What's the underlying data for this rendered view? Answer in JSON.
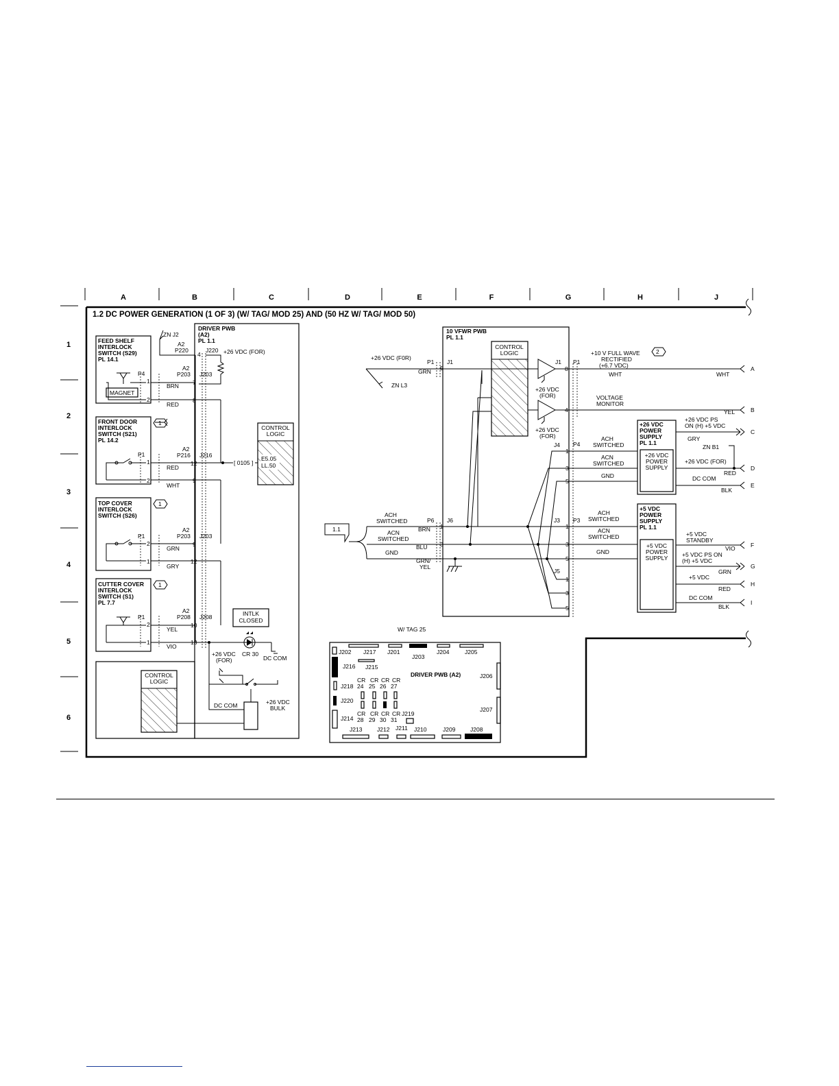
{
  "title": "1.2 DC POWER GENERATION (1 OF 3) (W/ TAG/ MOD 25) AND (50 HZ W/ TAG/ MOD 50)",
  "columns": [
    "A",
    "B",
    "C",
    "D",
    "E",
    "F",
    "G",
    "H",
    "J"
  ],
  "rows": [
    "1",
    "2",
    "3",
    "4",
    "5",
    "6"
  ],
  "switches": {
    "feed_shelf": {
      "name": [
        "FEED SHELF",
        "INTERLOCK",
        "SWITCH (S29)",
        "PL 14.1"
      ],
      "conn": "P4",
      "magnet": "MAGNET",
      "wire1": "BRN",
      "wire2": "RED",
      "pin1": "1",
      "pin2": "2",
      "j1": "7",
      "j2": "8"
    },
    "front_door": {
      "name": [
        "FRONT DOOR",
        "INTERLOCK",
        "SWITCH (S21)",
        "PL 14.2"
      ],
      "conn": "P1",
      "tag": "1",
      "wire1": "RED",
      "wire2": "WHT",
      "pin1": "1",
      "pin2": "2",
      "j1": "12",
      "j2": "9"
    },
    "top_cover": {
      "name": [
        "TOP COVER",
        "INTERLOCK",
        "SWITCH (S26)"
      ],
      "conn": "P1",
      "tag": "1",
      "wire1": "GRN",
      "wire2": "GRY",
      "pin1": "2",
      "pin2": "1",
      "j1": "9",
      "j2": "12"
    },
    "cutter_cover": {
      "name": [
        "CUTTER COVER",
        "INTERLOCK",
        "SWITCH (S1)",
        "PL 7.7"
      ],
      "conn": "P1",
      "tag": "1",
      "wire1": "YEL",
      "wire2": "VIO",
      "pin1": "2",
      "pin2": "1",
      "j1": "10",
      "j2": "13"
    }
  },
  "driver_pwb": {
    "name": [
      "DRIVER PWB",
      "(A2)",
      "PL 1.1"
    ],
    "zn_j2": "ZN J2",
    "a2p220": [
      "A2",
      "P220"
    ],
    "j220": "J220",
    "pin4": "4",
    "vdc26_for": "+26 VDC (FOR)",
    "a2p203a": [
      "A2",
      "P203"
    ],
    "j203a": "J203",
    "a2p216": [
      "A2",
      "P216"
    ],
    "j216": "J216",
    "a2p203b": [
      "A2",
      "P203"
    ],
    "j203b": "J203",
    "a2p208": [
      "A2",
      "P208"
    ],
    "j208": "J208",
    "signal": "[ 0105 ]",
    "control_logic": [
      "CONTROL",
      "LOGIC"
    ],
    "control_ref": [
      "E5.05",
      "LL.50"
    ],
    "intlk": [
      "INTLK",
      "CLOSED"
    ],
    "cr30": "CR 30",
    "dc_com_a": "DC COM",
    "vdc26_for2": [
      "+26 VDC",
      "(FOR)"
    ],
    "dc_com_b": "DC COM",
    "vdc26_bulk": [
      "+26 VDC",
      "BULK"
    ],
    "control_logic2": [
      "CONTROL",
      "LOGIC"
    ]
  },
  "vfwr_pwb": {
    "name": [
      "10 VFWR PWB",
      "PL 1.1"
    ],
    "control_logic": [
      "CONTROL",
      "LOGIC"
    ],
    "vdc26_in": "+26 VDC (F0R)",
    "p1": "P1",
    "j1": "J1",
    "grn": "GRN",
    "pin5": "5",
    "zn_l3": "ZN L3",
    "j1r": "J1",
    "p1r": "P1",
    "pin8": "8",
    "pin4": "4",
    "amp1_lbl": [
      "+26 VDC",
      "(FOR)"
    ],
    "amp2_lbl": [
      "+26 VDC",
      "(FOR)"
    ],
    "out1": [
      "+10 V FULL WAVE",
      "RECTIFIED",
      "(+6.7 VDC)"
    ],
    "out1_tag": "2",
    "out1_wire": "WHT",
    "out1_wire2": "WHT",
    "out1_term": "A",
    "out2": [
      "VOLTAGE",
      "MONITOR"
    ],
    "out2_wire": "YEL",
    "out2_term": "B",
    "ref_tag": "1.1",
    "in_ach": [
      "ACH",
      "SWITCHED"
    ],
    "in_acn": [
      "ACN",
      "SWITCHED"
    ],
    "in_gnd": "GND",
    "p6": "P6",
    "j6": "J6",
    "brn": "BRN",
    "blu": "BLU",
    "grnyel": [
      "GRN/",
      "YEL"
    ],
    "in_pin1": "1",
    "in_pin3": "3",
    "j4": "J4",
    "p4": "P4",
    "j3": "J3",
    "p3": "P3",
    "j5": "J5",
    "ach1": [
      "ACH",
      "SWITCHED"
    ],
    "acn1": [
      "ACN",
      "SWITCHED"
    ],
    "gnd1": "GND",
    "ach2": [
      "ACH",
      "SWITCHED"
    ],
    "acn2": [
      "ACN",
      "SWITCHED"
    ],
    "gnd2": "GND",
    "j4pins": [
      "1",
      "3",
      "5"
    ],
    "j3pins": [
      "1",
      "3",
      "5"
    ],
    "j5pins": [
      "1",
      "3",
      "5"
    ]
  },
  "ps26": {
    "name": [
      "+26 VDC",
      "POWER",
      "SUPPLY",
      "PL 1.1"
    ],
    "inner": [
      "+26 VDC",
      "POWER",
      "SUPPLY"
    ],
    "out1": [
      "+26 VDC PS",
      "ON (H) +5 VDC"
    ],
    "out1_term": "C",
    "gry": "GRY",
    "zn_b1": "ZN B1",
    "out2": "+26 VDC (FOR)",
    "out2_wire": "RED",
    "out2_term": "D",
    "out3": "DC COM",
    "out3_wire": "BLK",
    "out3_term": "E"
  },
  "ps5": {
    "name": [
      "+5 VDC",
      "POWER",
      "SUPPLY",
      "PL 1.1"
    ],
    "inner": [
      "+5 VDC",
      "POWER",
      "SUPPLY"
    ],
    "out1": [
      "+5 VDC",
      "STANDBY"
    ],
    "out1_wire": "VIO",
    "out1_term": "F",
    "out2": [
      "+5 VDC PS ON",
      "(H) +5 VDC"
    ],
    "out2_wire": "GRN",
    "out2_term": "G",
    "out3": "+5 VDC",
    "out3_wire": "RED",
    "out3_term": "H",
    "out4": "DC COM",
    "out4_wire": "BLK",
    "out4_term": "I"
  },
  "board": {
    "caption": "W/ TAG 25",
    "title": "DRIVER PWB (A2)",
    "labels": {
      "j202": "J202",
      "j217": "J217",
      "j201": "J201",
      "j203": "J203",
      "j204": "J204",
      "j205": "J205",
      "j216": "J216",
      "j215": "J215",
      "j218": "J218",
      "j220": "J220",
      "j214": "J214",
      "j206": "J206",
      "j207": "J207",
      "j219": "J219",
      "j213": "J213",
      "j212": "J212",
      "j211": "J211",
      "j210": "J210",
      "j209": "J209",
      "j208": "J208"
    },
    "cr_top": [
      [
        "CR",
        "24"
      ],
      [
        "CR",
        "25"
      ],
      [
        "CR",
        "26"
      ],
      [
        "CR",
        "27"
      ]
    ],
    "cr_bot": [
      [
        "CR",
        "28"
      ],
      [
        "CR",
        "29"
      ],
      [
        "CR",
        "30"
      ],
      [
        "CR",
        "31"
      ]
    ]
  }
}
